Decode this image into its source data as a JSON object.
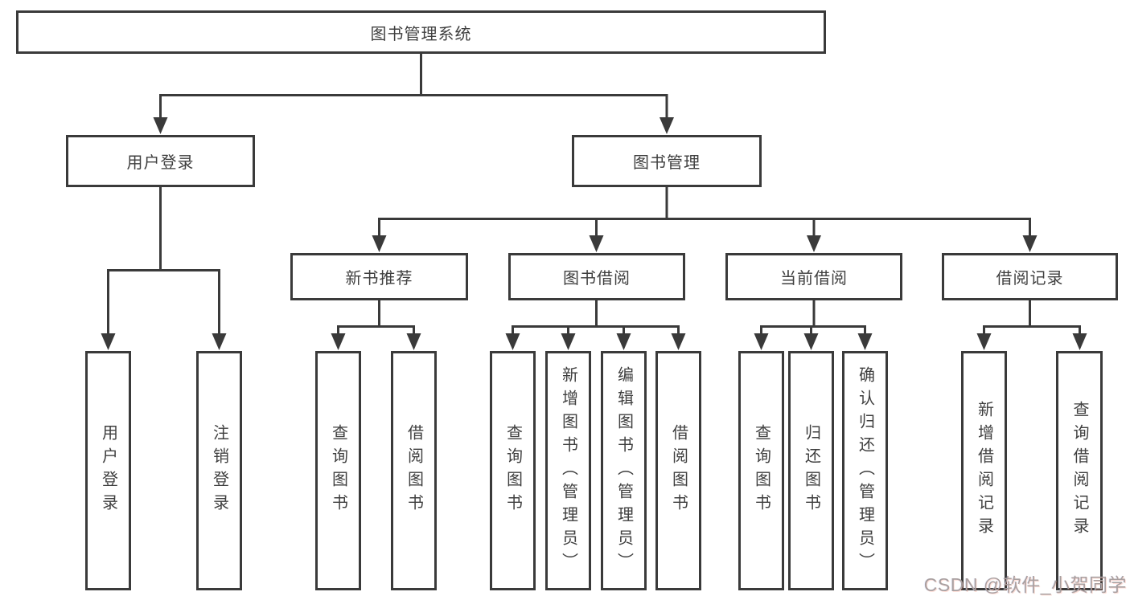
{
  "diagram": {
    "root": {
      "label": "图书管理系统",
      "children": [
        {
          "label": "用户登录",
          "children": [
            {
              "label": "用户登录"
            },
            {
              "label": "注销登录"
            }
          ]
        },
        {
          "label": "图书管理",
          "children": [
            {
              "label": "新书推荐",
              "children": [
                {
                  "label": "查询图书"
                },
                {
                  "label": "借阅图书"
                }
              ]
            },
            {
              "label": "图书借阅",
              "children": [
                {
                  "label": "查询图书"
                },
                {
                  "label": "新增图书（管理员）"
                },
                {
                  "label": "编辑图书（管理员）"
                },
                {
                  "label": "借阅图书"
                }
              ]
            },
            {
              "label": "当前借阅",
              "children": [
                {
                  "label": "查询图书"
                },
                {
                  "label": "归还图书"
                },
                {
                  "label": "确认归还（管理员）"
                }
              ]
            },
            {
              "label": "借阅记录",
              "children": [
                {
                  "label": "新增借阅记录"
                },
                {
                  "label": "查询借阅记录"
                }
              ]
            }
          ]
        }
      ]
    }
  },
  "watermark": {
    "text": "CSDN @软件_小贺同学"
  },
  "colors": {
    "line": "#3a3a3a",
    "box_border": "#3a3a3a",
    "text": "#3f3f3f",
    "background": "#ffffff",
    "watermark": "#a9a0a0"
  }
}
